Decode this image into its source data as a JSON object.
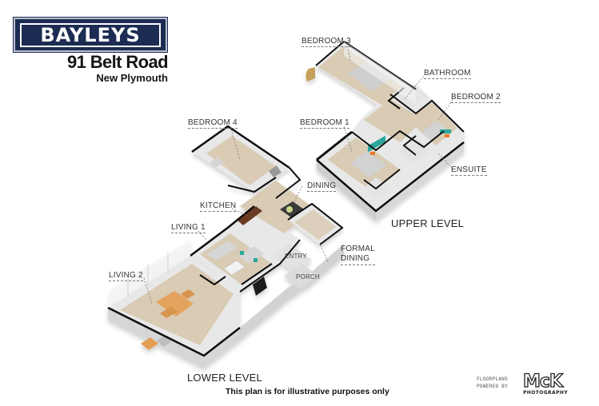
{
  "header": {
    "brand": "BAYLEYS",
    "address": "91 Belt Road",
    "suburb": "New Plymouth"
  },
  "levels": {
    "lower": "LOWER LEVEL",
    "upper": "UPPER LEVEL"
  },
  "rooms": {
    "bedroom3": "BEDROOM 3",
    "bathroom": "BATHROOM",
    "bedroom2": "BEDROOM 2",
    "bedroom1": "BEDROOM 1",
    "bedroom4": "BEDROOM 4",
    "ensuite": "ENSUITE",
    "dining": "DINING",
    "kitchen": "KITCHEN",
    "living1": "LIVING 1",
    "living2": "LIVING 2",
    "formal_dining_line1": "FORMAL",
    "formal_dining_line2": "DINING",
    "entry": "ENTRY",
    "porch": "PORCH"
  },
  "footer": {
    "disclaimer": "This plan is for illustrative purposes only",
    "credit_line1": "FLOORPLANS",
    "credit_line2": "POWERED BY",
    "credit_brand": "McK",
    "credit_sub": "PHOTOGRAPHY"
  },
  "colors": {
    "brand_navy": "#1c2c52",
    "floor": "#d9cbb4",
    "wall_top": "#111111",
    "wall_face": "#e9e9e9",
    "base": "#d4d4d4"
  }
}
